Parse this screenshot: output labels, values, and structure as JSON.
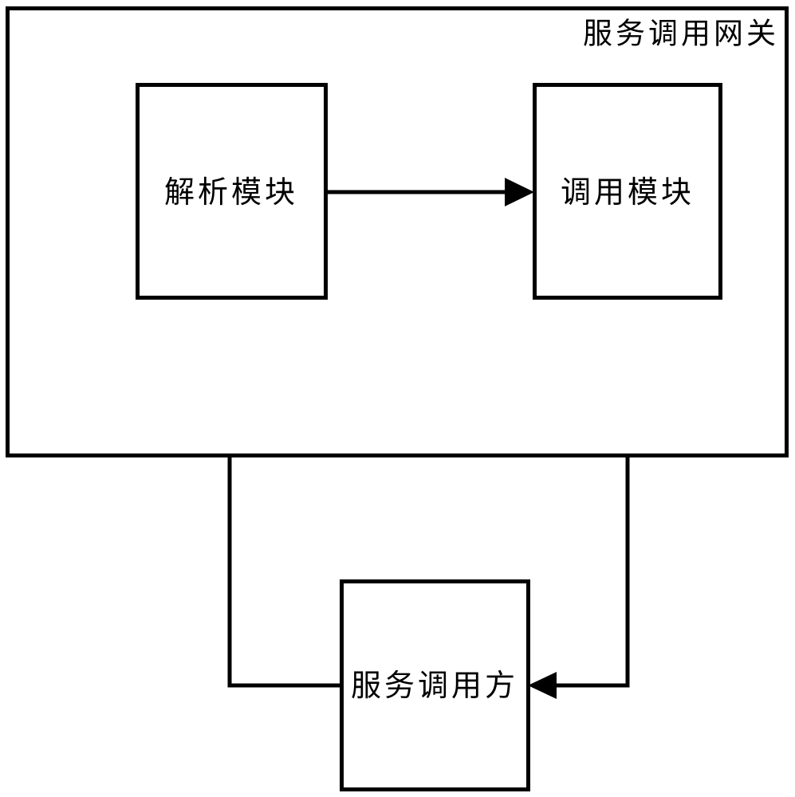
{
  "diagram": {
    "type": "block-diagram",
    "language": "zh-CN",
    "background_color": "#ffffff",
    "line_color": "#000000",
    "container": {
      "label": "服务调用网关",
      "label_position": "top-right",
      "name": "service-invocation-gateway"
    },
    "nodes": [
      {
        "id": "parse-module",
        "label": "解析模块",
        "shape": "rectangle",
        "inside_container": true
      },
      {
        "id": "invoke-module",
        "label": "调用模块",
        "shape": "rectangle",
        "inside_container": true
      },
      {
        "id": "service-caller",
        "label": "服务调用方",
        "shape": "rectangle",
        "inside_container": false
      }
    ],
    "edges": [
      {
        "id": "edge-parse-to-invoke",
        "from": "parse-module",
        "to": "invoke-module",
        "direction": "right",
        "arrow": "single",
        "label": ""
      },
      {
        "id": "edge-caller-to-parse",
        "from": "service-caller",
        "to": "parse-module",
        "direction": "up",
        "arrow": "single",
        "label": ""
      },
      {
        "id": "edge-invoke-to-caller",
        "from": "invoke-module",
        "to": "service-caller",
        "direction": "down-left",
        "arrow": "single",
        "label": ""
      }
    ]
  }
}
